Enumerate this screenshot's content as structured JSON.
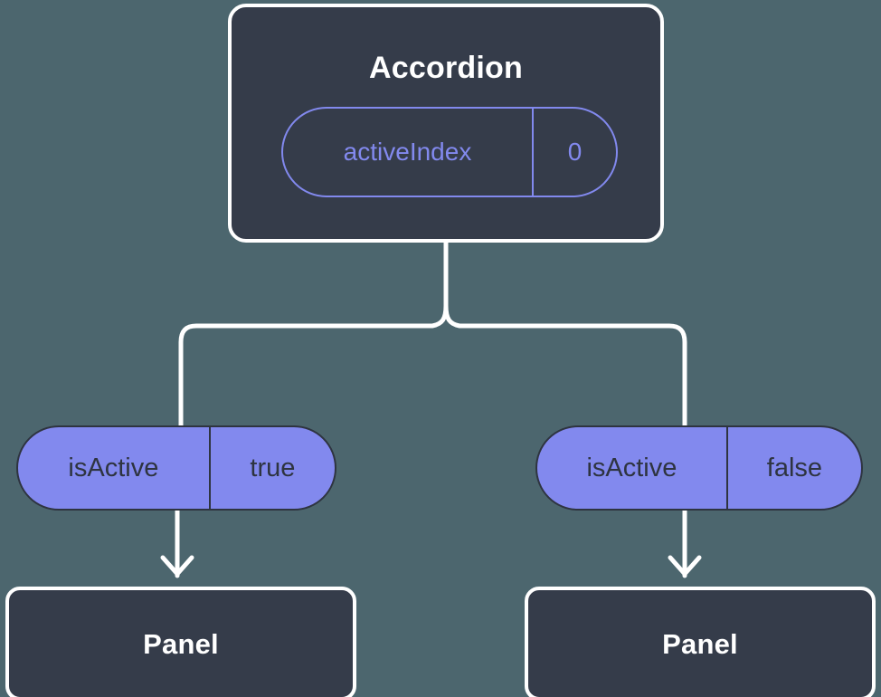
{
  "diagram": {
    "type": "component-state-tree",
    "background_color": "#4c666e",
    "card_fill_color": "#353c4a",
    "card_border_color": "#ffffff",
    "accent_color": "#8289ee",
    "pill_text_color": "#2e3440",
    "connector_color": "#ffffff"
  },
  "root": {
    "title": "Accordion",
    "state": {
      "key": "activeIndex",
      "value": "0"
    }
  },
  "branches": [
    {
      "prop": {
        "key": "isActive",
        "value": "true"
      },
      "child": {
        "title": "Panel"
      }
    },
    {
      "prop": {
        "key": "isActive",
        "value": "false"
      },
      "child": {
        "title": "Panel"
      }
    }
  ],
  "connectors": {
    "fork_label": "root-to-branches-fork",
    "arrow_left_label": "prop-to-panel-arrow-left",
    "arrow_right_label": "prop-to-panel-arrow-right"
  }
}
